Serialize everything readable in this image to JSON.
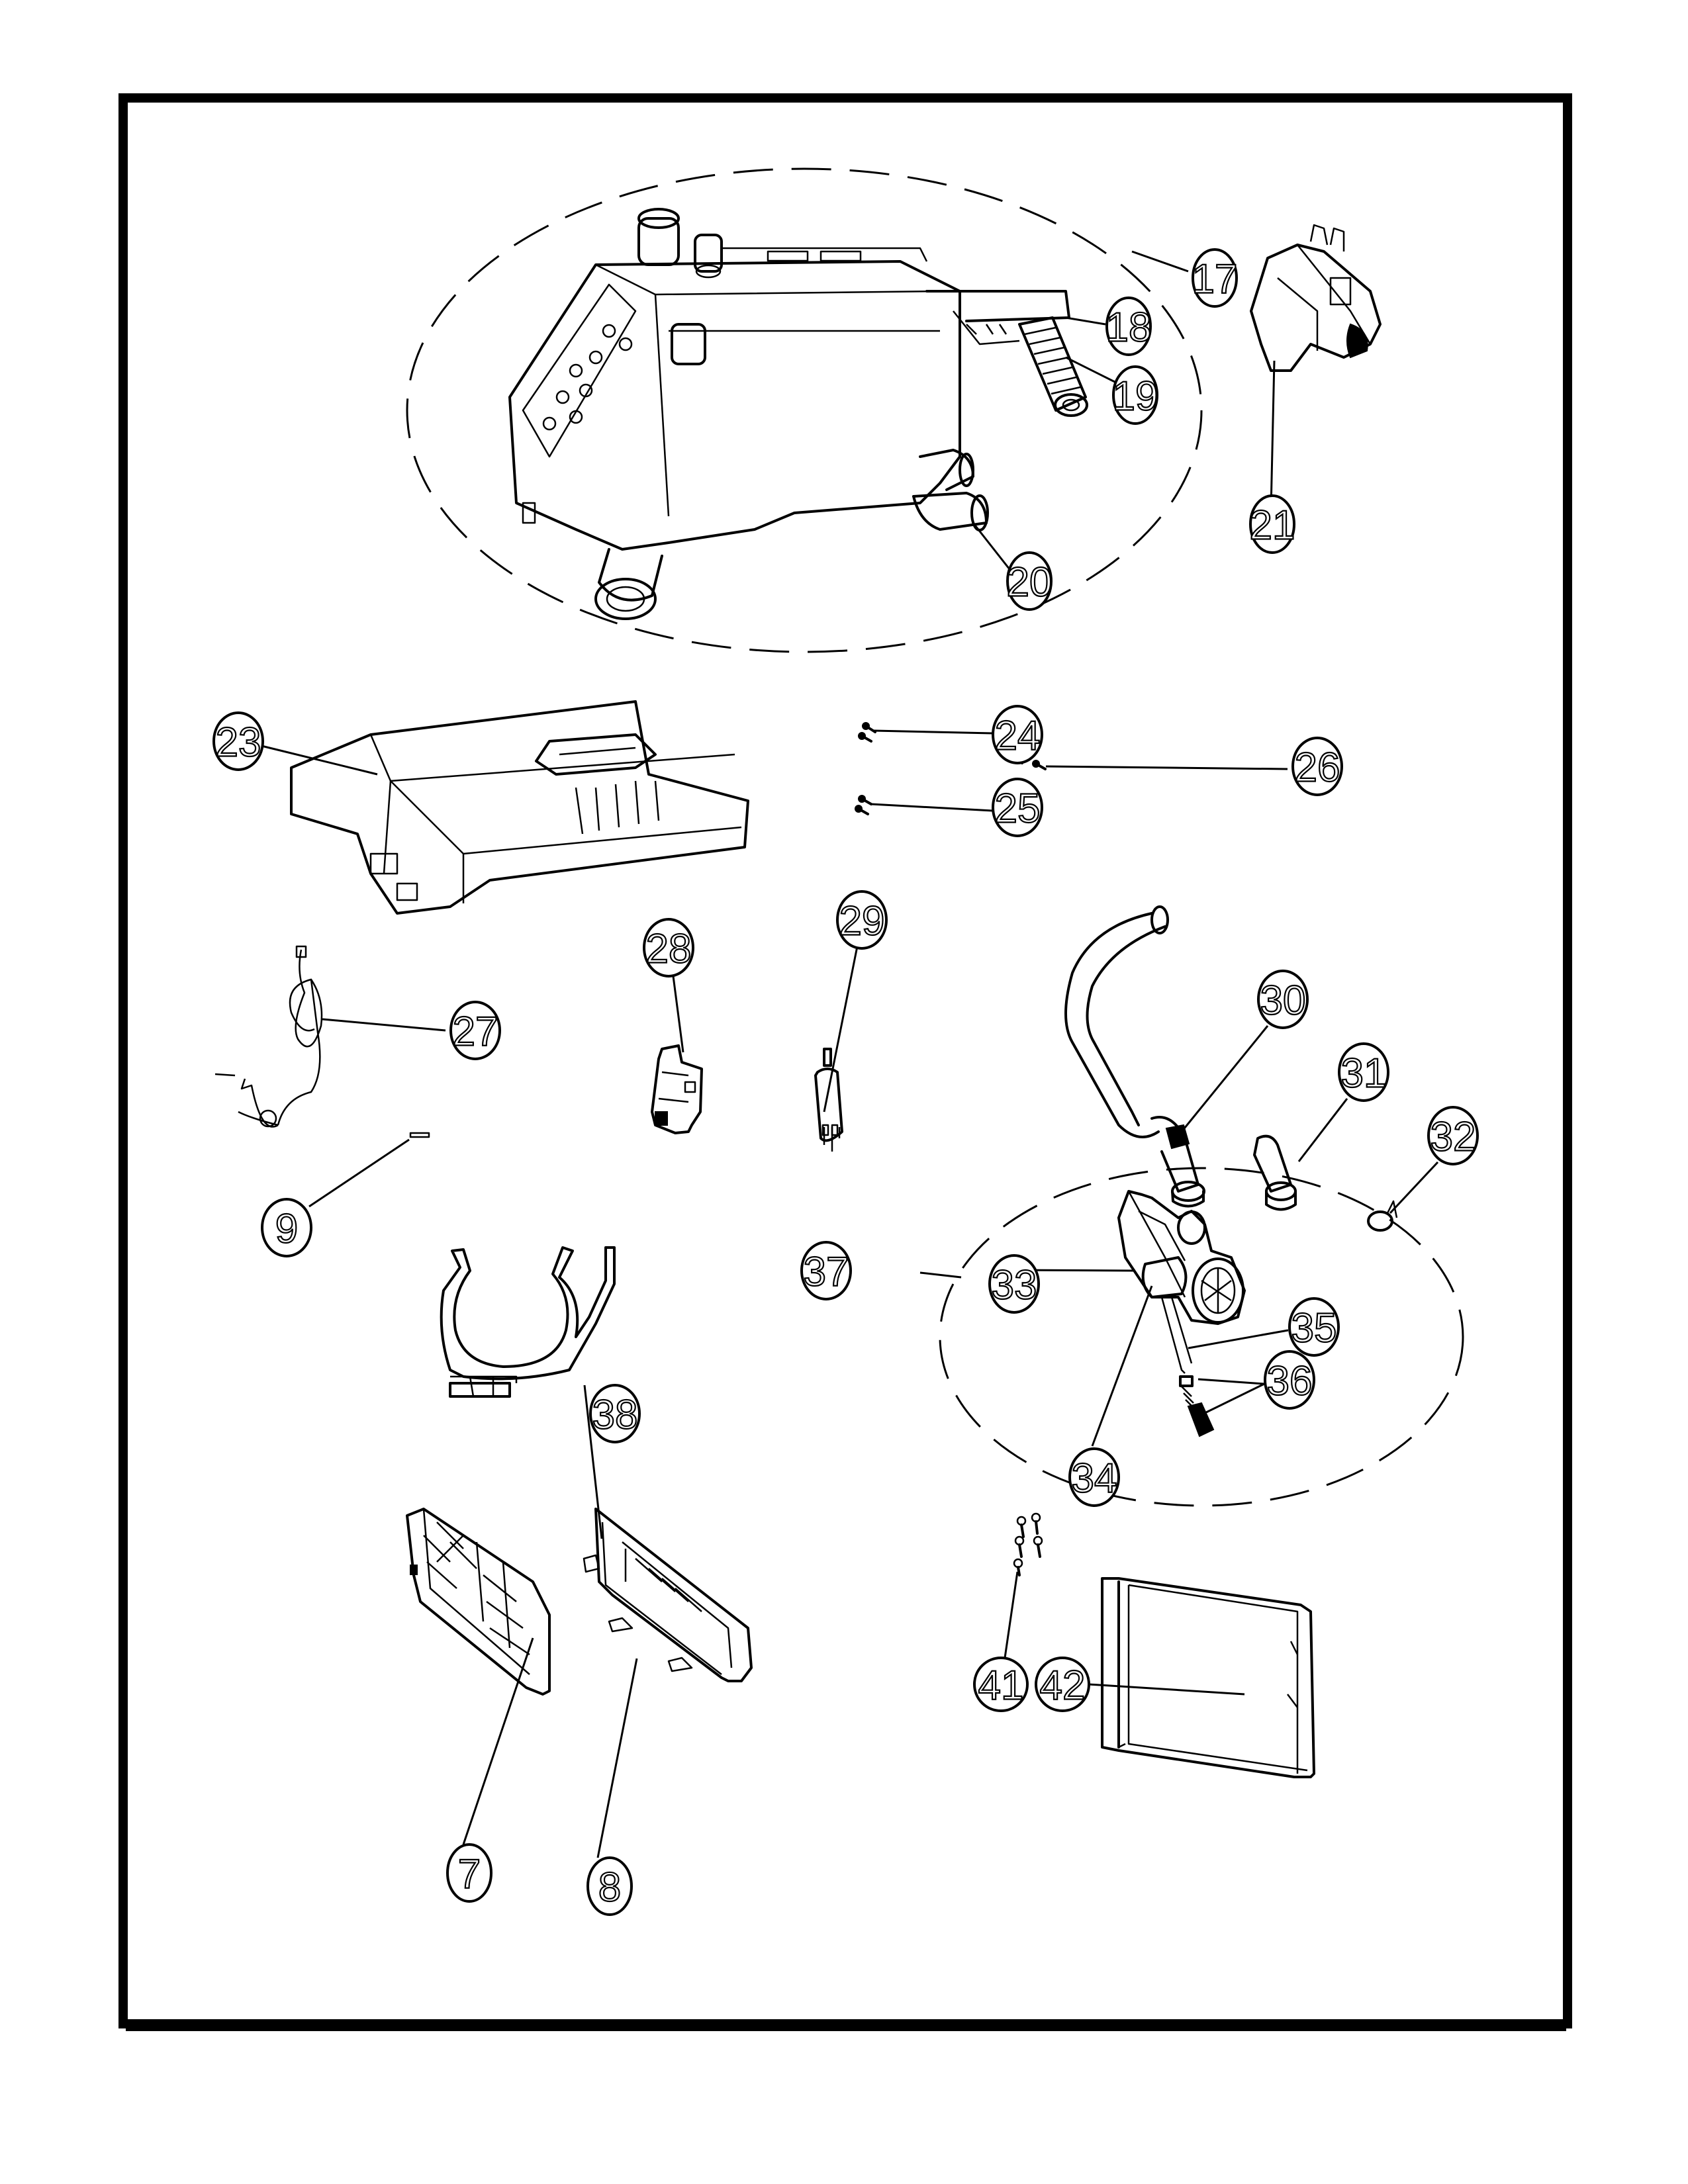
{
  "diagram": {
    "type": "exploded parts view",
    "groups": [
      {
        "id": "17",
        "label": "17",
        "members": [
          "18",
          "19",
          "20"
        ]
      },
      {
        "id": "37",
        "label": "37",
        "members": [
          "33",
          "34",
          "35",
          "36"
        ]
      }
    ],
    "callouts": [
      {
        "id": "17",
        "label": "17",
        "part": "dispenser-housing-assembly"
      },
      {
        "id": "18",
        "label": "18",
        "part": "dispenser-bracket"
      },
      {
        "id": "19",
        "label": "19",
        "part": "bellows-hose"
      },
      {
        "id": "20",
        "label": "20",
        "part": "housing-outlet-tubes"
      },
      {
        "id": "21",
        "label": "21",
        "part": "inlet-valve"
      },
      {
        "id": "23",
        "label": "23",
        "part": "dispenser-drawer"
      },
      {
        "id": "24",
        "label": "24",
        "part": "screws-pair-a"
      },
      {
        "id": "25",
        "label": "25",
        "part": "screws-pair-b"
      },
      {
        "id": "26",
        "label": "26",
        "part": "screws-pair-c"
      },
      {
        "id": "27",
        "label": "27",
        "part": "wire-harness"
      },
      {
        "id": "28",
        "label": "28",
        "part": "door-lock-switch"
      },
      {
        "id": "29",
        "label": "29",
        "part": "pressure-sensor"
      },
      {
        "id": "30",
        "label": "30",
        "part": "drain-hose"
      },
      {
        "id": "31",
        "label": "31",
        "part": "hose-elbow"
      },
      {
        "id": "32",
        "label": "32",
        "part": "hose-clamp"
      },
      {
        "id": "33",
        "label": "33",
        "part": "drain-pump"
      },
      {
        "id": "34",
        "label": "34",
        "part": "pump-filter-lead"
      },
      {
        "id": "35",
        "label": "35",
        "part": "pump-tube"
      },
      {
        "id": "36",
        "label": "36",
        "part": "pump-cap-and-spring"
      },
      {
        "id": "37",
        "label": "37",
        "part": "drain-pump-assembly"
      },
      {
        "id": "38",
        "label": "38",
        "part": "hose-clip"
      },
      {
        "id": "7",
        "label": "7",
        "part": "rear-panel-bracket"
      },
      {
        "id": "8",
        "label": "8",
        "part": "side-panel-bracket"
      },
      {
        "id": "9",
        "label": "9",
        "part": "small-pin"
      },
      {
        "id": "41",
        "label": "41",
        "part": "screws-set"
      },
      {
        "id": "42",
        "label": "42",
        "part": "door-frame-panel"
      }
    ]
  }
}
